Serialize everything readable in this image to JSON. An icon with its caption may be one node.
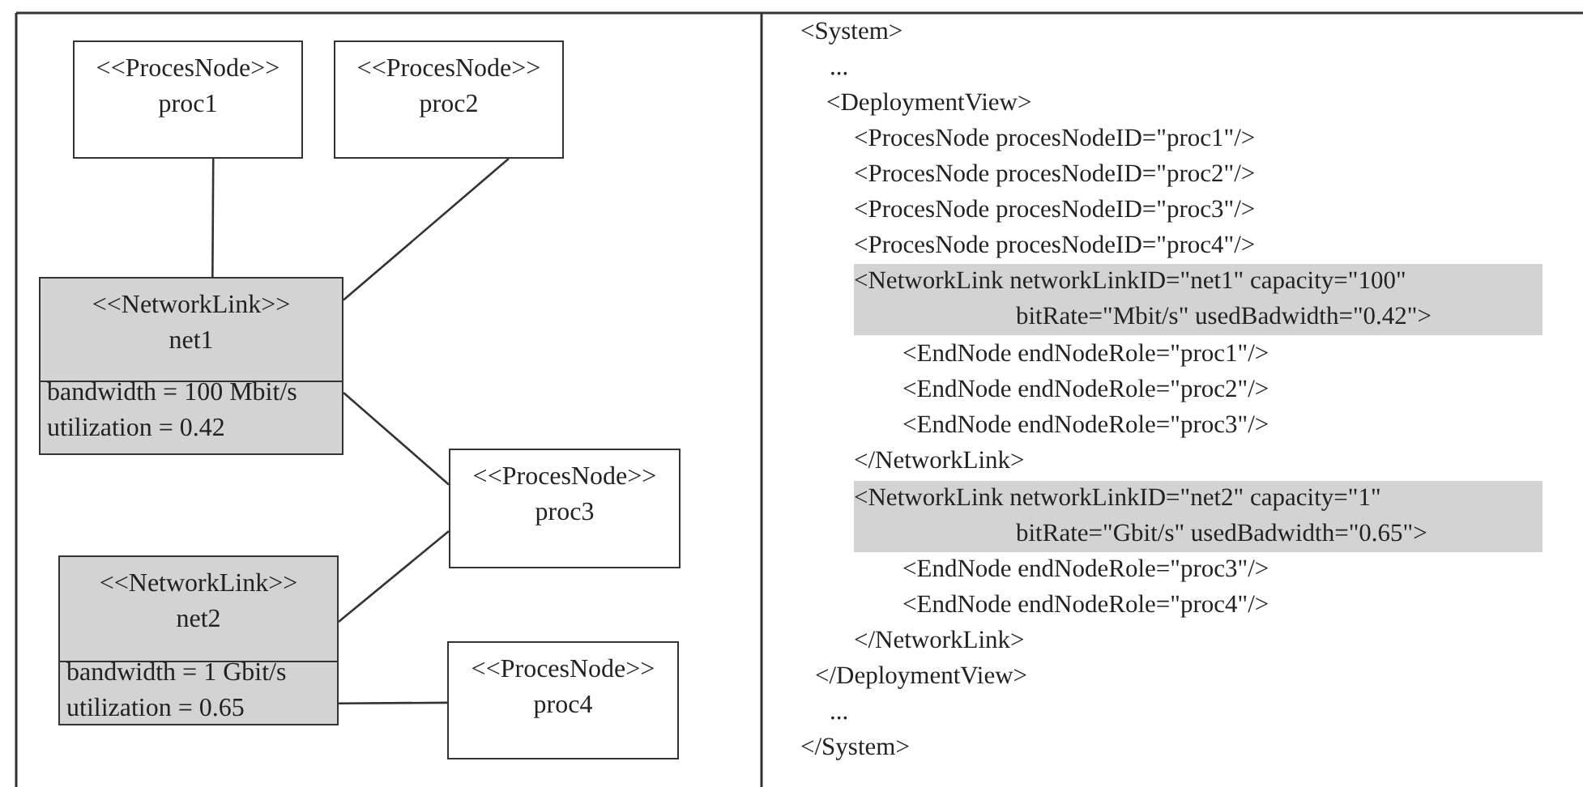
{
  "diagram": {
    "nodes": [
      {
        "text": [
          "<<ProcesNode>>",
          "proc1"
        ]
      },
      {
        "text": [
          "<<ProcesNode>>",
          "proc2"
        ]
      },
      {
        "text": [
          "<<NetworkLink>>",
          "net1",
          "bandwidth = 100 Mbit/s",
          "utilization = 0.42"
        ]
      },
      {
        "text": [
          "<<ProcesNode>>",
          "proc3"
        ]
      },
      {
        "text": [
          "<<NetworkLink>>",
          "net2",
          "bandwidth = 1 Gbit/s",
          "utilization = 0.65"
        ]
      },
      {
        "text": [
          "<<ProcesNode>>",
          "proc4"
        ]
      }
    ],
    "edges": [
      {
        "from": 0,
        "to": 2,
        "arrow": "none"
      },
      {
        "from": 1,
        "to": 2,
        "arrow": "none"
      },
      {
        "from": 2,
        "to": 3,
        "arrow": "none"
      },
      {
        "from": 4,
        "to": 3,
        "arrow": "none"
      },
      {
        "from": 4,
        "to": 5,
        "arrow": "none"
      }
    ],
    "labels": [
      "<System>",
      "...",
      "<DeploymentView>",
      "<ProcesNode procesNodeID=\"proc1\"/>",
      "<ProcesNode procesNodeID=\"proc2\"/>",
      "<ProcesNode procesNodeID=\"proc3\"/>",
      "<ProcesNode procesNodeID=\"proc4\"/>",
      "<NetworkLink networkLinkID=\"net1\" capacity=\"100\"",
      "bitRate=\"Mbit/s\" usedBadwidth=\"0.42\">",
      "<EndNode endNodeRole=\"proc1\"/>",
      "<EndNode endNodeRole=\"proc2\"/>",
      "<EndNode endNodeRole=\"proc3\"/>",
      "</NetworkLink>",
      "<NetworkLink networkLinkID=\"net2\" capacity=\"1\"",
      "bitRate=\"Gbit/s\" usedBadwidth=\"0.65\">",
      "<EndNode endNodeRole=\"proc3\"/>",
      "<EndNode endNodeRole=\"proc4\"/>",
      "</NetworkLink>",
      "</DeploymentView>",
      "...",
      "</System>"
    ]
  }
}
